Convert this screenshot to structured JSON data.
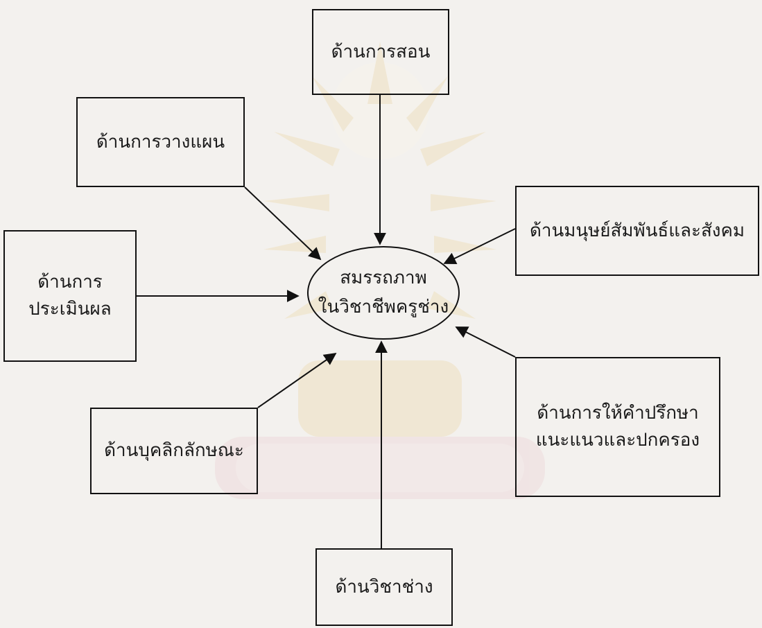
{
  "diagram": {
    "center": {
      "line1": "สมรรถภาพ",
      "line2": "ในวิชาชีพครูช่าง"
    },
    "nodes": {
      "teaching": "ด้านการสอน",
      "planning": "ด้านการวางแผน",
      "human_relations": "ด้านมนุษย์สัมพันธ์และสังคม",
      "evaluation": {
        "line1": "ด้านการ",
        "line2": "ประเมินผล"
      },
      "counseling": {
        "line1": "ด้านการให้คำปรึกษา",
        "line2": "แนะแนวและปกครอง"
      },
      "personality": "ด้านบุคลิกลักษณะ",
      "technical": "ด้านวิชาช่าง"
    },
    "colors": {
      "line": "#111111",
      "background": "#f3f1ee",
      "watermark": "#e9c77a"
    }
  }
}
